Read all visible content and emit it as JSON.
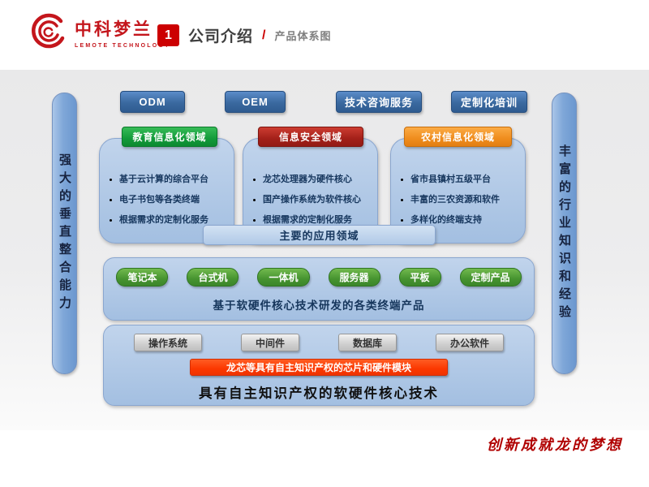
{
  "header": {
    "logo_title": "中科梦兰",
    "logo_subtitle": "LEMOTE TECHNOLOGY",
    "section_number": "1",
    "title": "公司介绍",
    "separator": "/",
    "subtitle": "产品体系图"
  },
  "diagram": {
    "left_banner": "强大的垂直整合能力",
    "right_banner": "丰富的行业知识和经验",
    "top_buttons": [
      "ODM",
      "OEM",
      "技术咨询服务",
      "定制化培训"
    ],
    "domains": [
      {
        "title": "教育信息化领域",
        "color": "#12993a",
        "items": [
          "基于云计算的综合平台",
          "电子书包等各类终端",
          "根据需求的定制化服务"
        ]
      },
      {
        "title": "信息安全领域",
        "color": "#a32019",
        "items": [
          "龙芯处理器为硬件核心",
          "国产操作系统为软件核心",
          "根据需求的定制化服务"
        ]
      },
      {
        "title": "农村信息化领域",
        "color": "#ef8c1d",
        "items": [
          "省市县镇村五级平台",
          "丰富的三农资源和软件",
          "多样化的终端支持"
        ]
      }
    ],
    "application_bar": "主要的应用领域",
    "products": {
      "pills": [
        "笔记本",
        "台式机",
        "一体机",
        "服务器",
        "平板",
        "定制产品"
      ],
      "pill_color": "#469330",
      "caption": "基于软硬件核心技术研发的各类终端产品"
    },
    "core_tech": {
      "pills": [
        "操作系统",
        "中间件",
        "数据库",
        "办公软件"
      ],
      "chip_bar": "龙芯等具有自主知识产权的芯片和硬件模块",
      "chip_bar_color": "#fb3800",
      "caption": "具有自主知识产权的软硬件核心技术"
    }
  },
  "footer": {
    "slogan": "创新成就龙的梦想"
  }
}
